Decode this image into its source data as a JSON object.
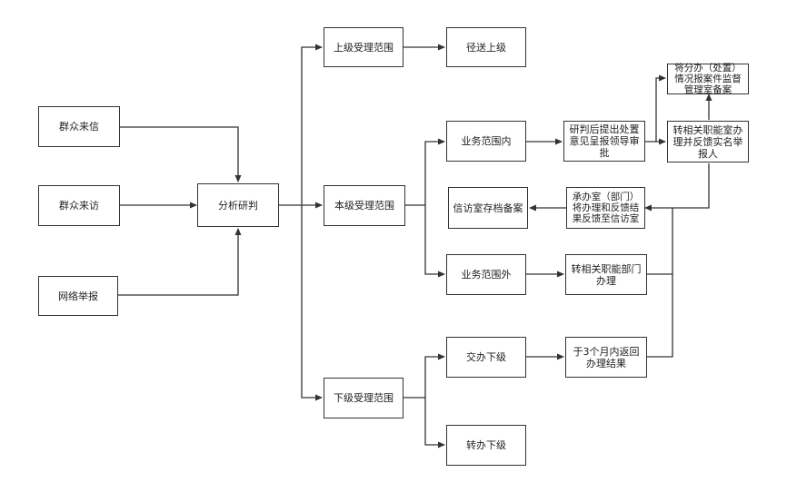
{
  "nodes": {
    "qunzhong_laixin": "群众来信",
    "qunzhong_laifang": "群众来访",
    "wangluo_jubao": "网络举报",
    "fenxi_yanpan": "分析研判",
    "shangji_fanwei": "上级受理范围",
    "jingsong_shangji": "径送上级",
    "benji_fanwei": "本级受理范围",
    "xiaji_fanwei": "下级受理范围",
    "yewu_neibu": "业务范围内",
    "yewu_waibu": "业务范围外",
    "xinfang_cundang": "信访室存档备案",
    "yanpan_tichu": "研判后提出处置意见呈报领导审批",
    "zhuan_xiangguan_fankui": "转相关职能室办理并反馈实名举报人",
    "jiang_fenban": "将分办（处置）情况报案件监督管理室备案",
    "chengban_shi": "承办室（部门）将办理和反馈结果反馈至信访室",
    "zhuan_xiangguan_bumen": "转相关职能部门办理",
    "jiaoban_xiaji": "交办下级",
    "zhuanban_xiaji": "转办下级",
    "yu_sange_yue": "于3个月内返回办理结果"
  }
}
